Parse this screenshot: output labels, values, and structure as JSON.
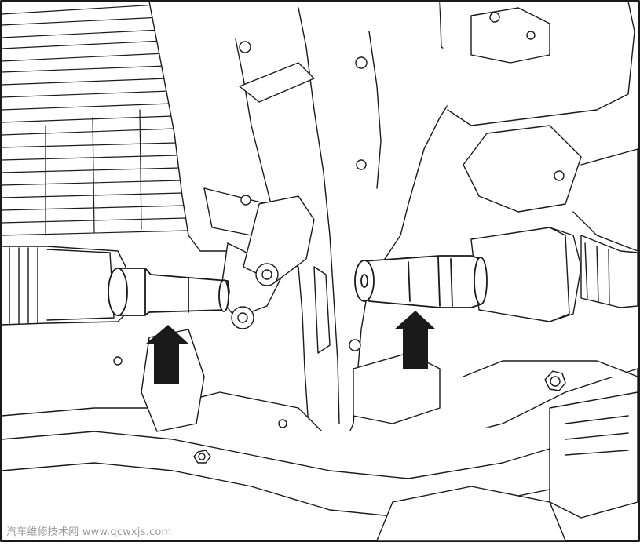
{
  "figure": {
    "description_free": true,
    "colors": {
      "line": "#1a1a1a",
      "fill": "#ffffff",
      "arrow": "#1a1a1a",
      "watermark": "#9a9a9a"
    },
    "arrows": [
      {
        "direction": "up"
      },
      {
        "direction": "up"
      }
    ],
    "watermark": "汽车维修技术网 www.qcwxjs.com"
  }
}
